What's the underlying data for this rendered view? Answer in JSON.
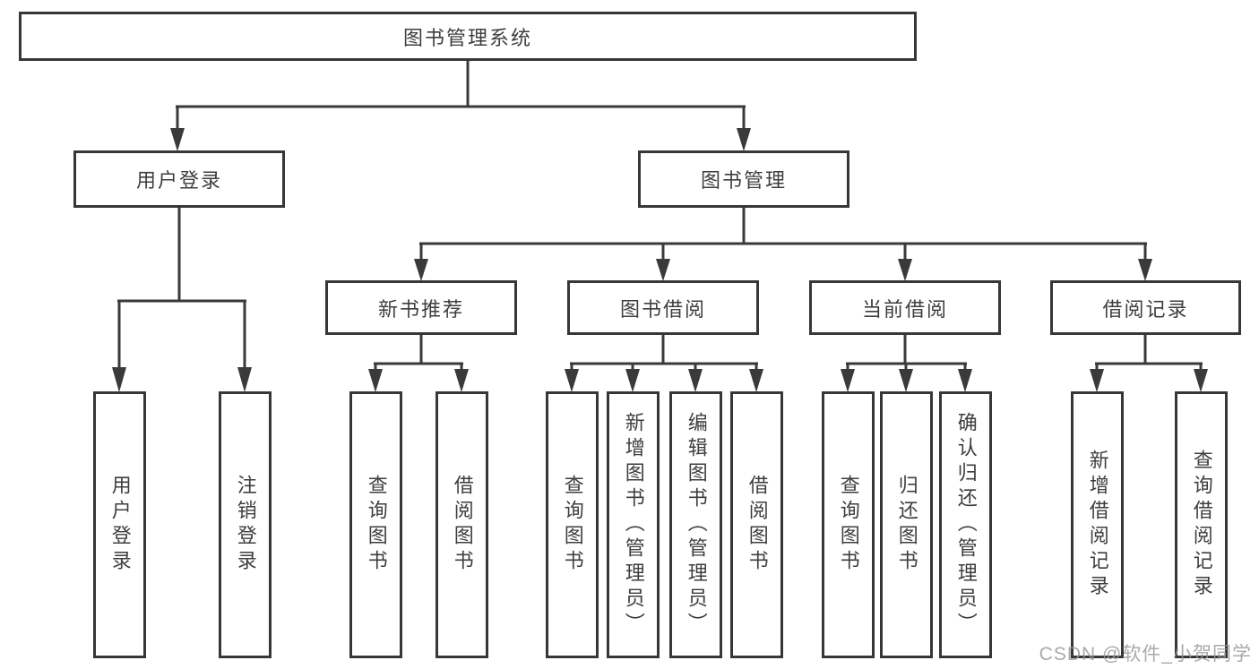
{
  "tree": {
    "root": {
      "label": "图书管理系统"
    },
    "branches": [
      {
        "label": "用户登录",
        "children": [
          {
            "label": "用户登录"
          },
          {
            "label": "注销登录"
          }
        ]
      },
      {
        "label": "图书管理",
        "children": [
          {
            "label": "新书推荐",
            "children": [
              {
                "label": "查询图书"
              },
              {
                "label": "借阅图书"
              }
            ]
          },
          {
            "label": "图书借阅",
            "children": [
              {
                "label": "查询图书"
              },
              {
                "label": "新增图书（管理员）"
              },
              {
                "label": "编辑图书（管理员）"
              },
              {
                "label": "借阅图书"
              }
            ]
          },
          {
            "label": "当前借阅",
            "children": [
              {
                "label": "查询图书"
              },
              {
                "label": "归还图书"
              },
              {
                "label": "确认归还（管理员）"
              }
            ]
          },
          {
            "label": "借阅记录",
            "children": [
              {
                "label": "新增借阅记录"
              },
              {
                "label": "查询借阅记录"
              }
            ]
          }
        ]
      }
    ],
    "watermark": "CSDN @软件_小贺同学",
    "colors": {
      "line": "#3a3a3a",
      "border": "#373737",
      "text": "#3e3e3e",
      "watermark": "#969696"
    }
  }
}
